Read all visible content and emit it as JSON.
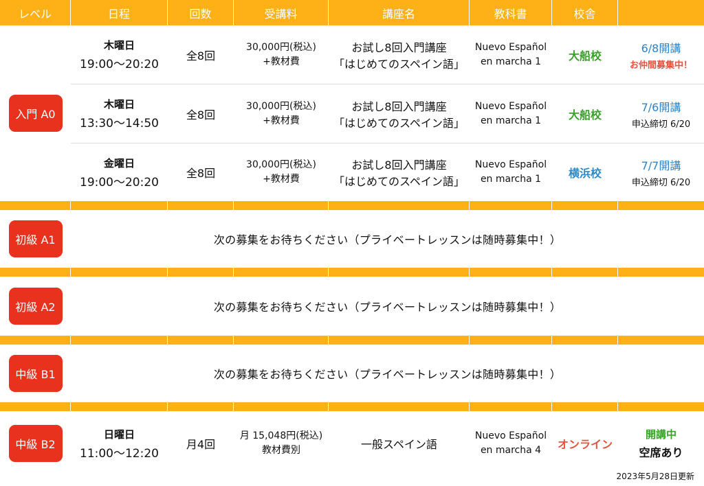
{
  "headers": [
    "レベル",
    "日程",
    "回数",
    "受講料",
    "講座名",
    "教科書",
    "校舎",
    ""
  ],
  "a0": {
    "level": "入門 A0",
    "rows": [
      {
        "day": "木曜日",
        "time": "19:00〜20:20",
        "count": "全8回",
        "fee1": "30,000円(税込)",
        "fee2": "+教材費",
        "course1": "お試し8回入門講座",
        "course2": "「はじめてのスペイン語」",
        "book1": "Nuevo Español",
        "book2": "en marcha 1",
        "campus": "大船校",
        "status1": "6/8開講",
        "status2": "お仲間募集中！"
      },
      {
        "day": "木曜日",
        "time": "13:30〜14:50",
        "count": "全8回",
        "fee1": "30,000円(税込)",
        "fee2": "+教材費",
        "course1": "お試し8回入門講座",
        "course2": "「はじめてのスペイン語」",
        "book1": "Nuevo Español",
        "book2": "en marcha 1",
        "campus": "大船校",
        "status1": "7/6開講",
        "status2": "申込締切 6/20"
      },
      {
        "day": "金曜日",
        "time": "19:00〜20:20",
        "count": "全8回",
        "fee1": "30,000円(税込)",
        "fee2": "+教材費",
        "course1": "お試し8回入門講座",
        "course2": "「はじめてのスペイン語」",
        "book1": "Nuevo Español",
        "book2": "en marcha 1",
        "campus": "横浜校",
        "status1": "7/7開講",
        "status2": "申込締切 6/20"
      }
    ]
  },
  "a1": {
    "level": "初級 A1",
    "message": "次の募集をお待ちください（プライベートレッスンは随時募集中！）"
  },
  "a2": {
    "level": "初級 A2",
    "message": "次の募集をお待ちください（プライベートレッスンは随時募集中！）"
  },
  "b1": {
    "level": "中級 B1",
    "message": "次の募集をお待ちください（プライベートレッスンは随時募集中！）"
  },
  "b2": {
    "level": "中級 B2",
    "day": "日曜日",
    "time": "11:00〜12:20",
    "count": "月4回",
    "fee1": "月 15,048円(税込)",
    "fee2": "教材費別",
    "course": "一般スペイン語",
    "book1": "Nuevo Español",
    "book2": "en marcha 4",
    "campus": "オンライン",
    "status1": "開講中",
    "status2": "空席あり"
  },
  "updated": "2023年5月28日更新",
  "colors": {
    "header": "#FDB116",
    "badge": "#E8321E",
    "green": "#3AA12A",
    "blue": "#2C8ACB",
    "red": "#E4533B"
  }
}
